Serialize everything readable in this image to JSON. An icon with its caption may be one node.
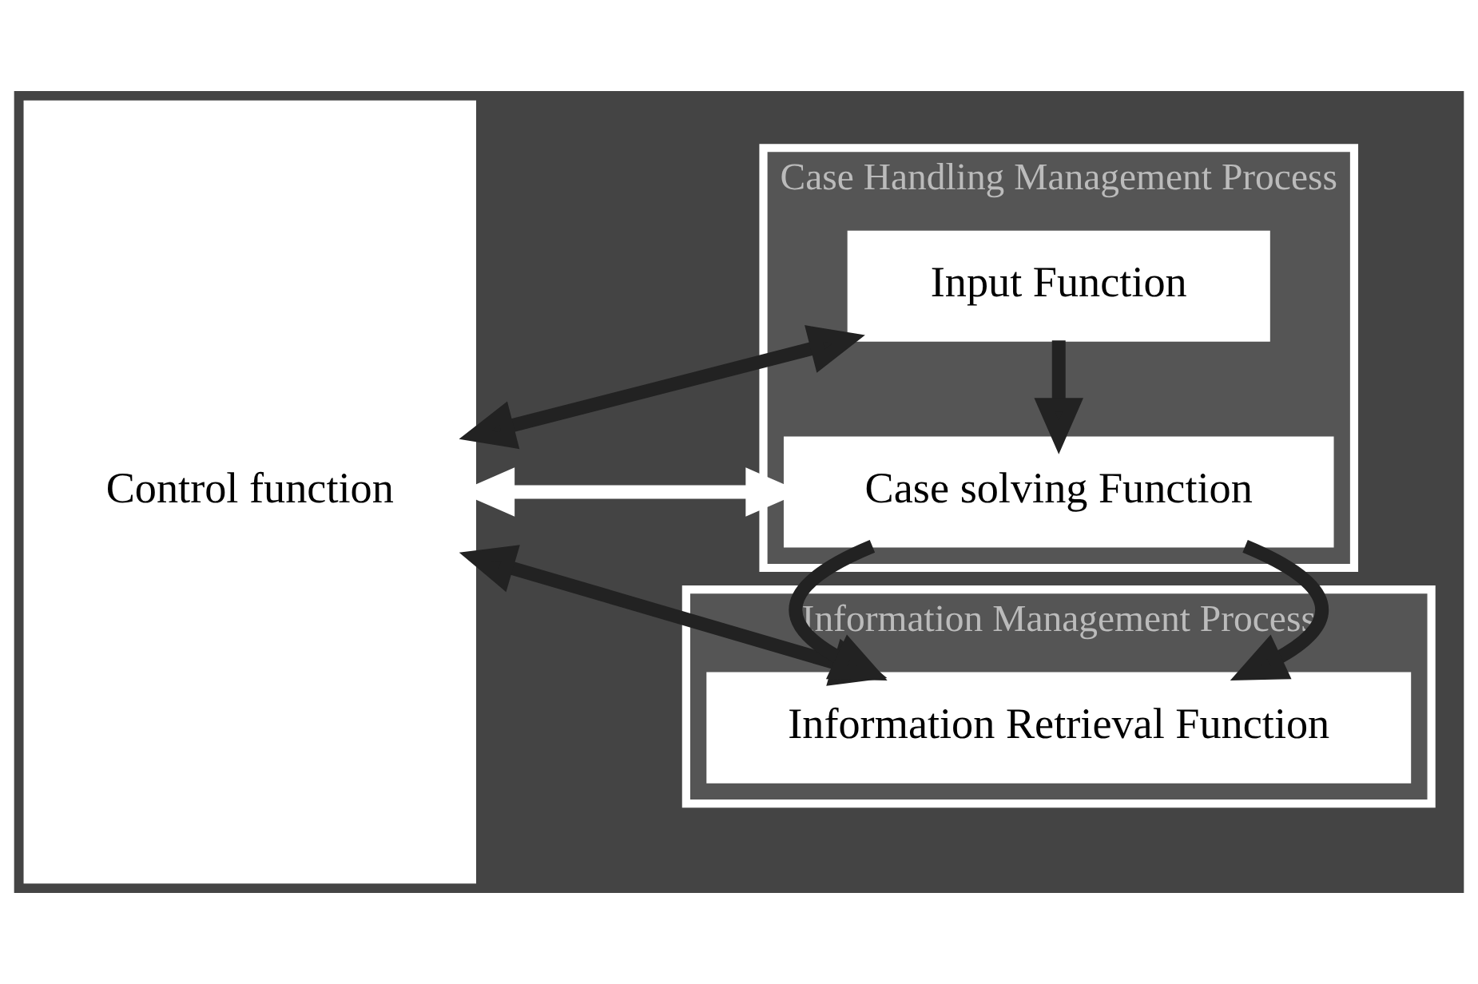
{
  "diagram": {
    "nodes": [
      {
        "text": [
          "Control function"
        ]
      },
      {
        "text": [
          "Case Handling Management Process"
        ]
      },
      {
        "text": [
          "Input Function"
        ],
        "in": 1
      },
      {
        "text": [
          "Case solving Function"
        ],
        "in": 1
      },
      {
        "text": [
          "Information Management Process"
        ]
      },
      {
        "text": [
          "Information Retrieval Function"
        ],
        "in": 4
      }
    ],
    "edges": [
      {
        "from": 0,
        "to": 2,
        "arrow": "both"
      },
      {
        "from": 0,
        "to": 3,
        "arrow": "both",
        "color": "#ffffff"
      },
      {
        "from": 0,
        "to": 5,
        "arrow": "both"
      },
      {
        "from": 2,
        "to": 3,
        "arrow": "to"
      },
      {
        "from": 3,
        "to": 5,
        "arrow": "to"
      }
    ]
  }
}
